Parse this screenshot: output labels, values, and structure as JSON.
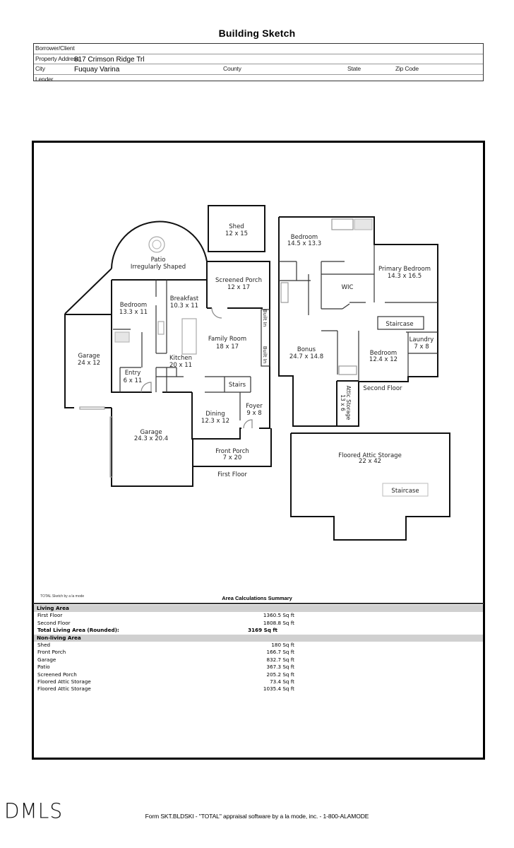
{
  "page": {
    "title": "Building Sketch"
  },
  "header": {
    "rows": [
      {
        "label": "Borrower/Client",
        "value": ""
      },
      {
        "label": "Property Address",
        "value": "817 Crimson Ridge Trl"
      },
      {
        "label": "City",
        "value": "Fuquay Varina",
        "county_label": "County",
        "county_value": "",
        "state_label": "State",
        "state_value": "",
        "zip_label": "Zip Code",
        "zip_value": ""
      },
      {
        "label": "Lender",
        "value": ""
      }
    ]
  },
  "sketch": {
    "first_floor": {
      "label": "First Floor",
      "rooms": [
        {
          "name": "Patio",
          "size": "Irregularly Shaped"
        },
        {
          "name": "Shed",
          "size": "12 x 15"
        },
        {
          "name": "Screened Porch",
          "size": "12 x 17"
        },
        {
          "name": "Bedroom",
          "size": "13.3 x 11"
        },
        {
          "name": "Breakfast",
          "size": "10.3 x 11"
        },
        {
          "name": "Family Room",
          "size": "18 x 17"
        },
        {
          "name": "Garage",
          "size": "24 x 12"
        },
        {
          "name": "Kitchen",
          "size": "20 x 11"
        },
        {
          "name": "Entry",
          "size": "6 x 11"
        },
        {
          "name": "Stairs",
          "size": ""
        },
        {
          "name": "Dining",
          "size": "12.3 x 12"
        },
        {
          "name": "Foyer",
          "size": "9 x 8"
        },
        {
          "name": "Garage",
          "size": "24.3 x 20.4"
        },
        {
          "name": "Front Porch",
          "size": "7 x 20"
        }
      ],
      "builtins": [
        "Built In",
        "Built In"
      ]
    },
    "second_floor": {
      "label": "Second Floor",
      "rooms": [
        {
          "name": "Bedroom",
          "size": "14.5 x 13.3"
        },
        {
          "name": "Primary Bedroom",
          "size": "14.3 x 16.5"
        },
        {
          "name": "WIC",
          "size": ""
        },
        {
          "name": "Staircase",
          "size": ""
        },
        {
          "name": "Laundry",
          "size": "7 x 8"
        },
        {
          "name": "Bonus",
          "size": "24.7 x 14.8"
        },
        {
          "name": "Bedroom",
          "size": "12.4 x 12"
        },
        {
          "name": "Attic Storage",
          "size": "13 x 6"
        }
      ]
    },
    "attic": {
      "rooms": [
        {
          "name": "Floored Attic Storage",
          "size": "22 x 42"
        },
        {
          "name": "Staircase",
          "size": ""
        }
      ]
    }
  },
  "summary": {
    "caption": "TOTAL Sketch by a la mode",
    "title": "Area Calculations Summary",
    "living_area": {
      "heading": "Living Area",
      "rows": [
        {
          "label": "First Floor",
          "value": "1360.5 Sq ft"
        },
        {
          "label": "Second Floor",
          "value": "1808.8 Sq ft"
        }
      ],
      "total": {
        "label": "Total Living Area (Rounded):",
        "value": "3169 Sq ft"
      }
    },
    "non_living_area": {
      "heading": "Non-living Area",
      "rows": [
        {
          "label": "Shed",
          "value": "180 Sq ft"
        },
        {
          "label": "Front Porch",
          "value": "166.7 Sq ft"
        },
        {
          "label": "Garage",
          "value": "832.7 Sq ft"
        },
        {
          "label": "Patio",
          "value": "367.3 Sq ft"
        },
        {
          "label": "Screened Porch",
          "value": "205.2 Sq ft"
        },
        {
          "label": "Floored Attic Storage",
          "value": "73.4 Sq ft"
        },
        {
          "label": "Floored Attic Storage",
          "value": "1035.4 Sq ft"
        }
      ]
    }
  },
  "footer": {
    "logo": "DMLS",
    "text": "Form SKT.BLDSKI - \"TOTAL\" appraisal software by a la mode, inc. - 1-800-ALAMODE"
  }
}
